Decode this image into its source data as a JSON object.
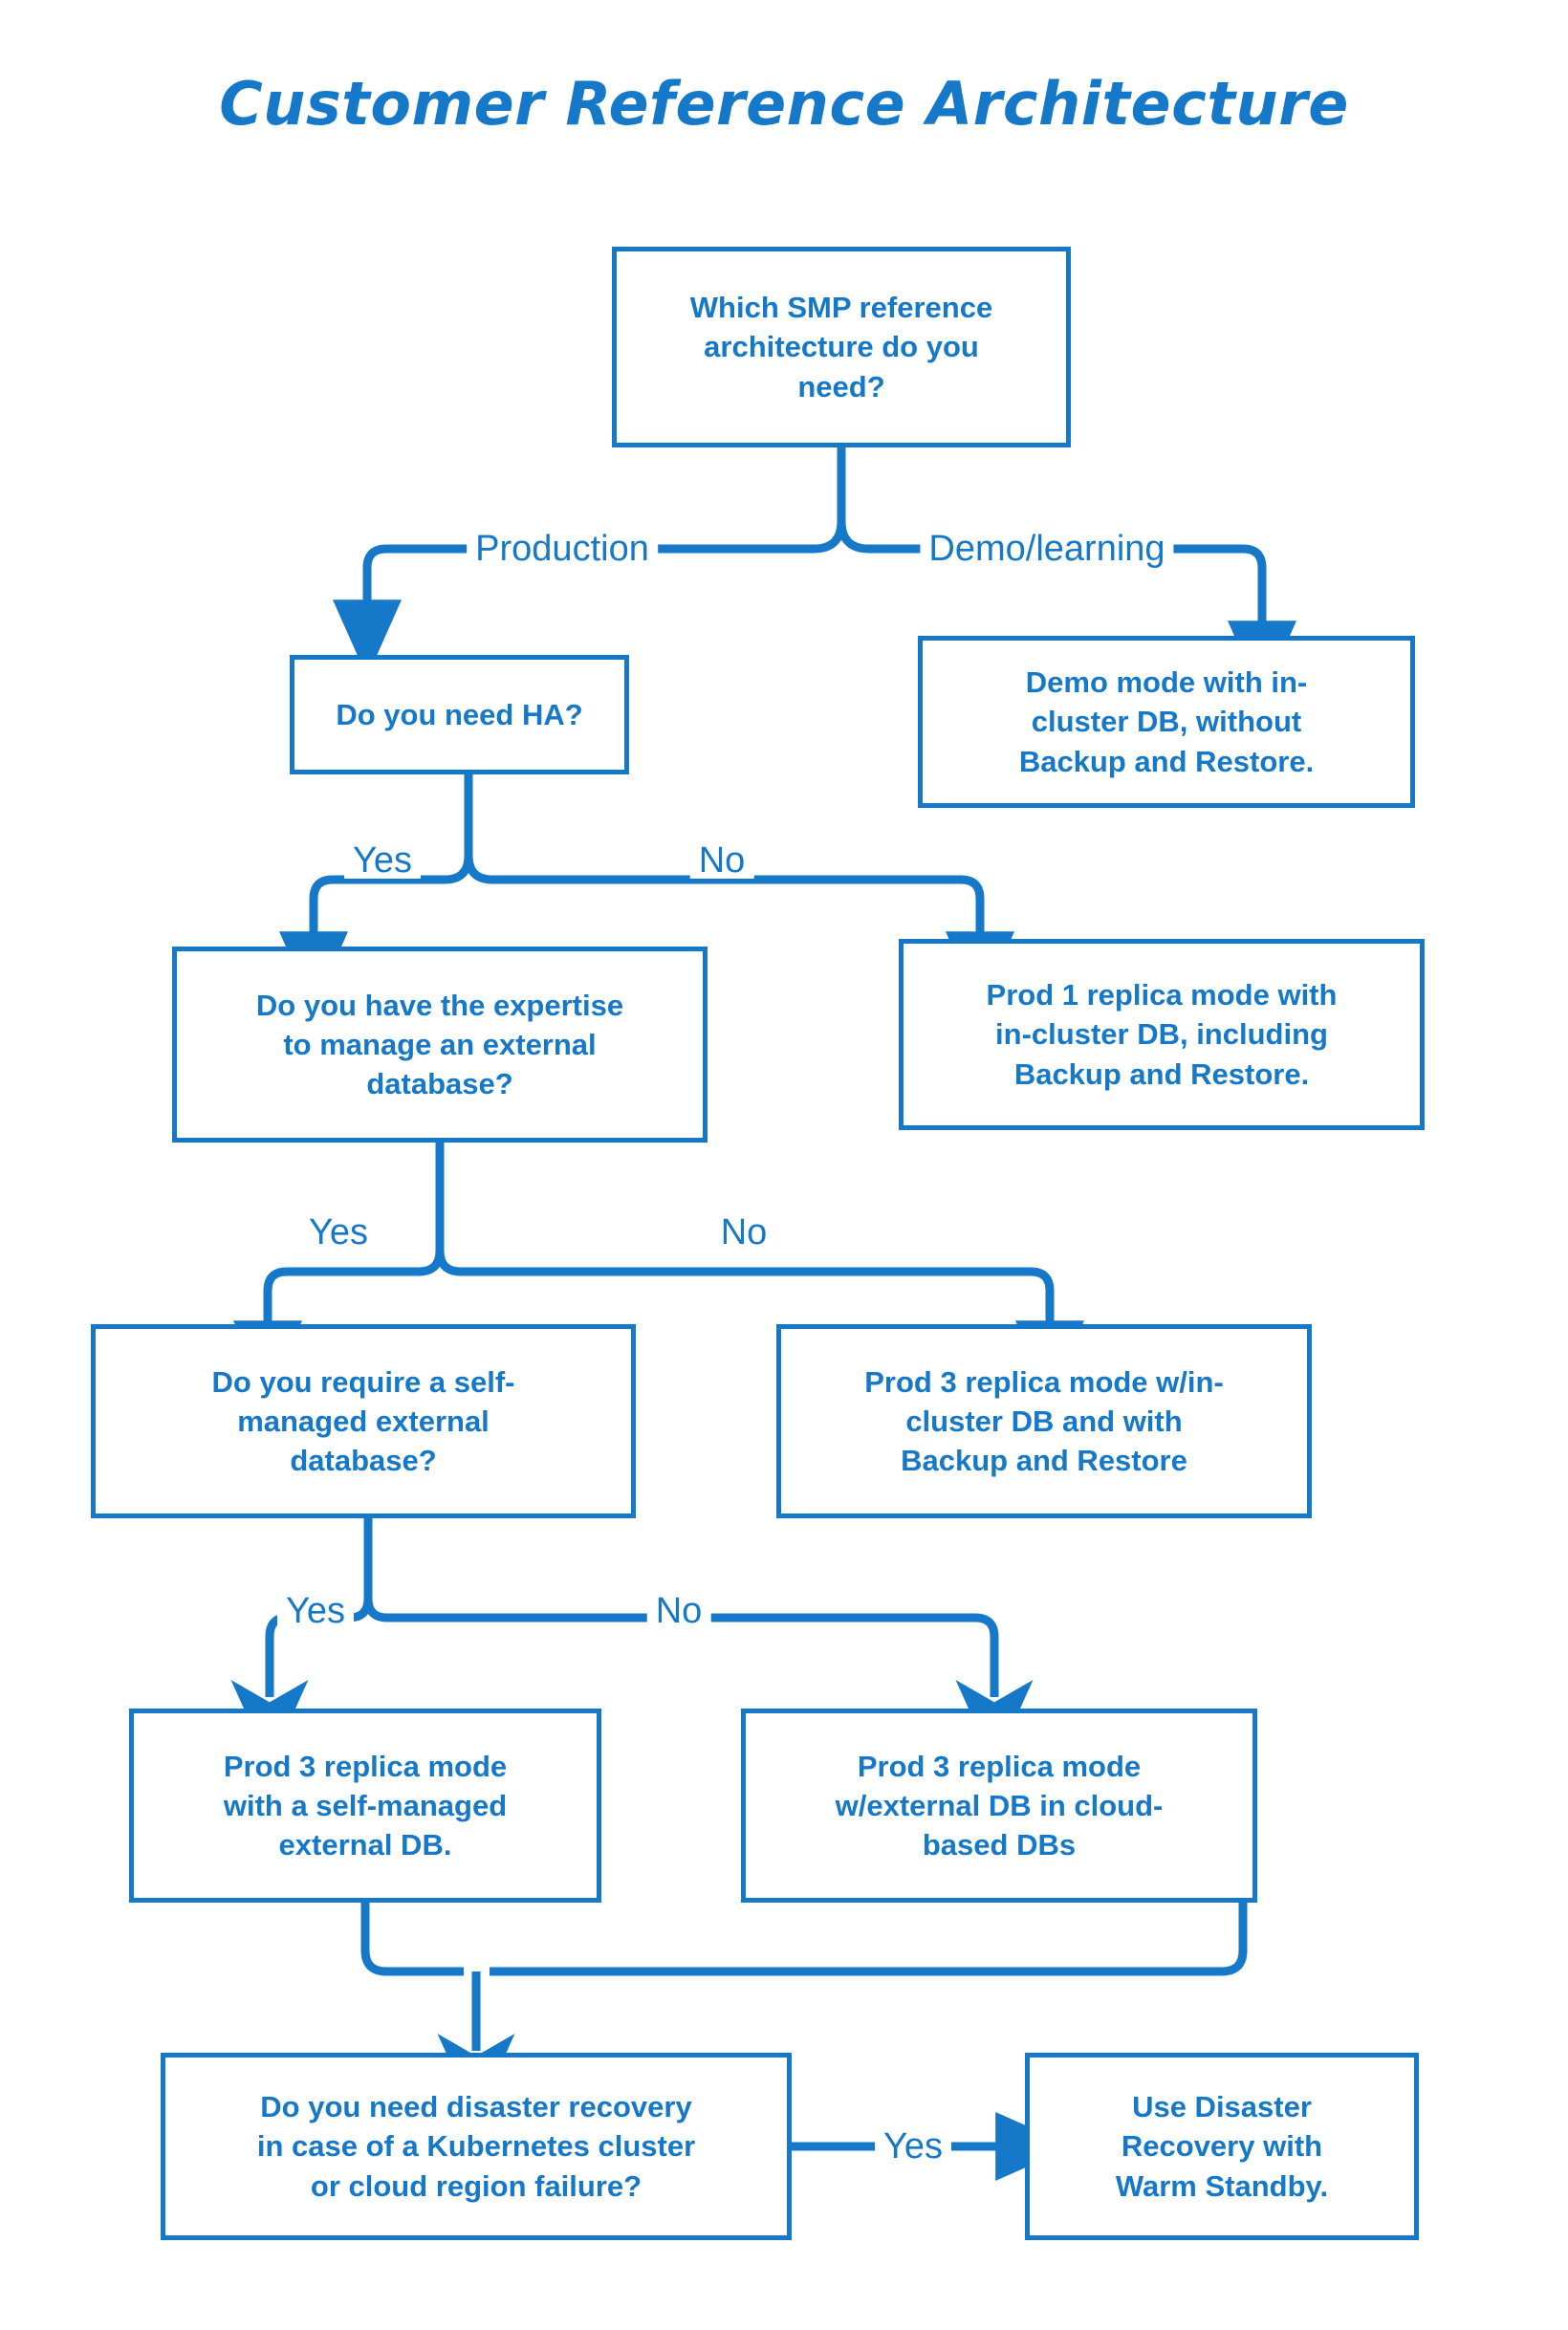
{
  "page": {
    "title": "Customer Reference Architecture",
    "accent_color": "#1578C8",
    "background_color": "#FFFFFF"
  },
  "diagram": {
    "type": "flowchart",
    "orientation": "top-down",
    "nodes": [
      {
        "id": "q_arch",
        "kind": "decision",
        "text": "Which SMP reference\narchitecture do you\nneed?"
      },
      {
        "id": "q_ha",
        "kind": "decision",
        "text": "Do you need HA?"
      },
      {
        "id": "demo_mode",
        "kind": "outcome",
        "text": "Demo mode with in-\ncluster DB, without\nBackup and Restore."
      },
      {
        "id": "q_expertise",
        "kind": "decision",
        "text": "Do you have the expertise\nto manage an external\ndatabase?"
      },
      {
        "id": "prod1",
        "kind": "outcome",
        "text": "Prod 1 replica mode with\nin-cluster DB, including\nBackup and Restore."
      },
      {
        "id": "q_selfmgd",
        "kind": "decision",
        "text": "Do you require a self-\nmanaged external\ndatabase?"
      },
      {
        "id": "prod3_incl",
        "kind": "outcome",
        "text": "Prod 3 replica mode w/in-\ncluster DB and with\nBackup and Restore"
      },
      {
        "id": "prod3_self",
        "kind": "outcome",
        "text": "Prod 3 replica mode\nwith a self-managed\nexternal DB."
      },
      {
        "id": "prod3_cloud",
        "kind": "outcome",
        "text": "Prod 3 replica mode\nw/external DB in cloud-\nbased DBs"
      },
      {
        "id": "q_dr",
        "kind": "decision",
        "text": "Do you need disaster recovery\nin case of a Kubernetes cluster\nor cloud region failure?"
      },
      {
        "id": "dr_warm",
        "kind": "outcome",
        "text": "Use Disaster\nRecovery with\nWarm Standby."
      }
    ],
    "edges": [
      {
        "from": "q_arch",
        "to": "q_ha",
        "label": "Production"
      },
      {
        "from": "q_arch",
        "to": "demo_mode",
        "label": "Demo/learning"
      },
      {
        "from": "q_ha",
        "to": "q_expertise",
        "label": "Yes"
      },
      {
        "from": "q_ha",
        "to": "prod1",
        "label": "No"
      },
      {
        "from": "q_expertise",
        "to": "q_selfmgd",
        "label": "Yes"
      },
      {
        "from": "q_expertise",
        "to": "prod3_incl",
        "label": "No"
      },
      {
        "from": "q_selfmgd",
        "to": "prod3_self",
        "label": "Yes"
      },
      {
        "from": "q_selfmgd",
        "to": "prod3_cloud",
        "label": "No"
      },
      {
        "from": "prod3_self",
        "to": "q_dr",
        "label": ""
      },
      {
        "from": "prod3_cloud",
        "to": "q_dr",
        "label": ""
      },
      {
        "from": "q_dr",
        "to": "dr_warm",
        "label": "Yes"
      }
    ],
    "edge_labels": {
      "production": "Production",
      "demo_learning": "Demo/learning",
      "ha_yes": "Yes",
      "ha_no": "No",
      "expertise_yes": "Yes",
      "expertise_no": "No",
      "selfmgd_yes": "Yes",
      "selfmgd_no": "No",
      "dr_yes": "Yes"
    }
  }
}
